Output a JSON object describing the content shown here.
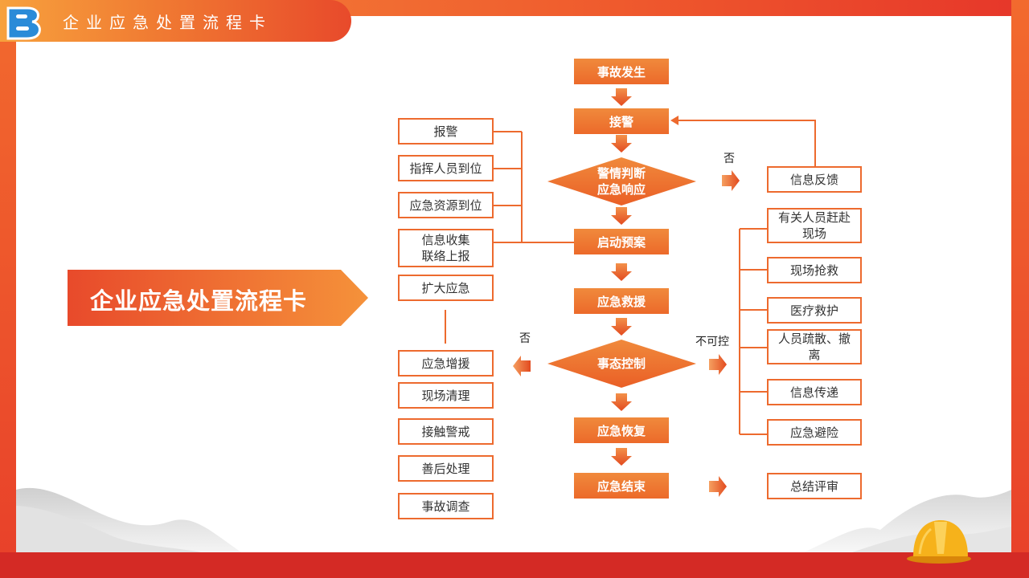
{
  "header": {
    "title": "企业应急处置流程卡"
  },
  "banner": {
    "title": "企业应急处置流程卡"
  },
  "colors": {
    "primary": "#ec6a2a",
    "frame": "#e7332b",
    "logo_blue": "#2a8bd8"
  },
  "flow": {
    "main": {
      "accident": "事故发生",
      "alarm_receive": "接警",
      "judge_line1": "警情判断",
      "judge_line2": "应急响应",
      "start_plan": "启动预案",
      "rescue": "应急救援",
      "control": "事态控制",
      "recovery": "应急恢复",
      "end": "应急结束"
    },
    "left_top": [
      {
        "label": "报警"
      },
      {
        "label": "指挥人员到位"
      },
      {
        "label": "应急资源到位"
      },
      {
        "label_line1": "信息收集",
        "label_line2": "联络上报"
      },
      {
        "label": "扩大应急"
      }
    ],
    "left_bottom": [
      {
        "label": "应急增援"
      },
      {
        "label": "现场清理"
      },
      {
        "label": "接触警戒"
      },
      {
        "label": "善后处理"
      },
      {
        "label": "事故调查"
      }
    ],
    "right": {
      "feedback": "信息反馈",
      "actions": [
        {
          "label_line1": "有关人员赶赴",
          "label_line2": "现场"
        },
        {
          "label": "现场抢救"
        },
        {
          "label": "医疗救护"
        },
        {
          "label_line1": "人员疏散、撤",
          "label_line2": "离"
        },
        {
          "label": "信息传递"
        },
        {
          "label": "应急避险"
        }
      ],
      "summary": "总结评审"
    },
    "labels": {
      "no_top": "否",
      "no_left": "否",
      "uncontrollable": "不可控"
    }
  }
}
